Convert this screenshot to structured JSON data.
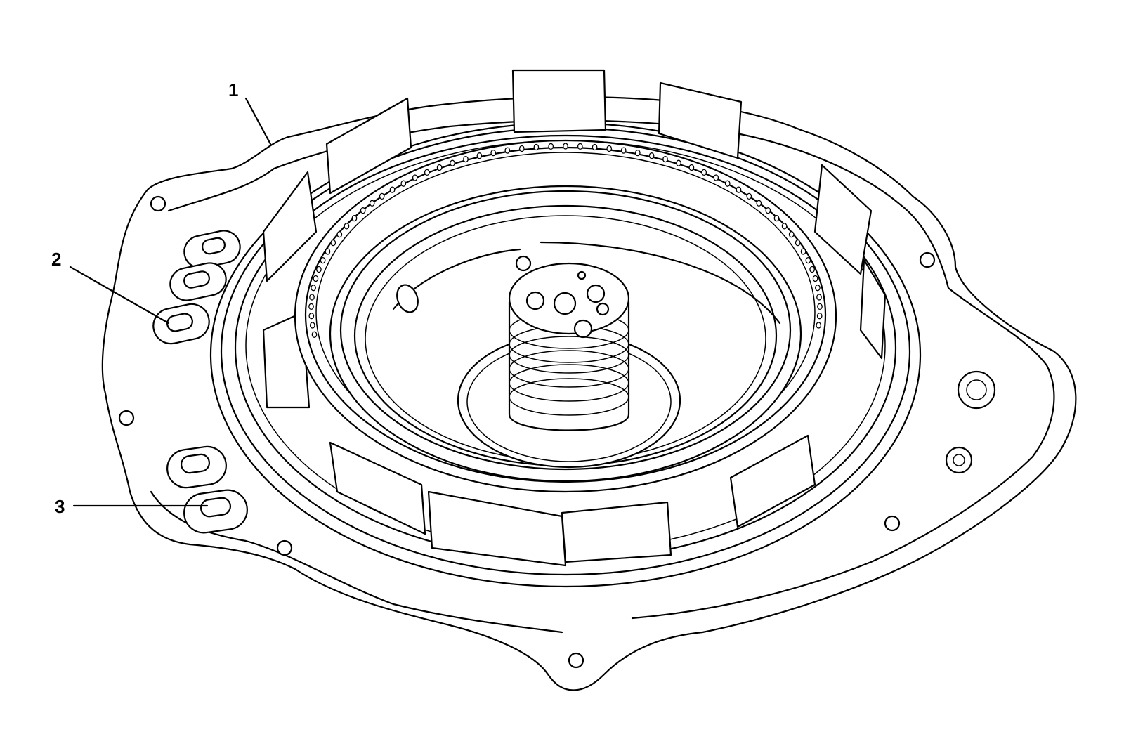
{
  "callouts": [
    {
      "id": "1",
      "label": "1",
      "target": "housing-flange"
    },
    {
      "id": "2",
      "label": "2",
      "target": "fluid-passage-upper"
    },
    {
      "id": "3",
      "label": "3",
      "target": "fluid-passage-lower"
    }
  ],
  "colors": {
    "line": "#000000",
    "background": "#ffffff"
  }
}
